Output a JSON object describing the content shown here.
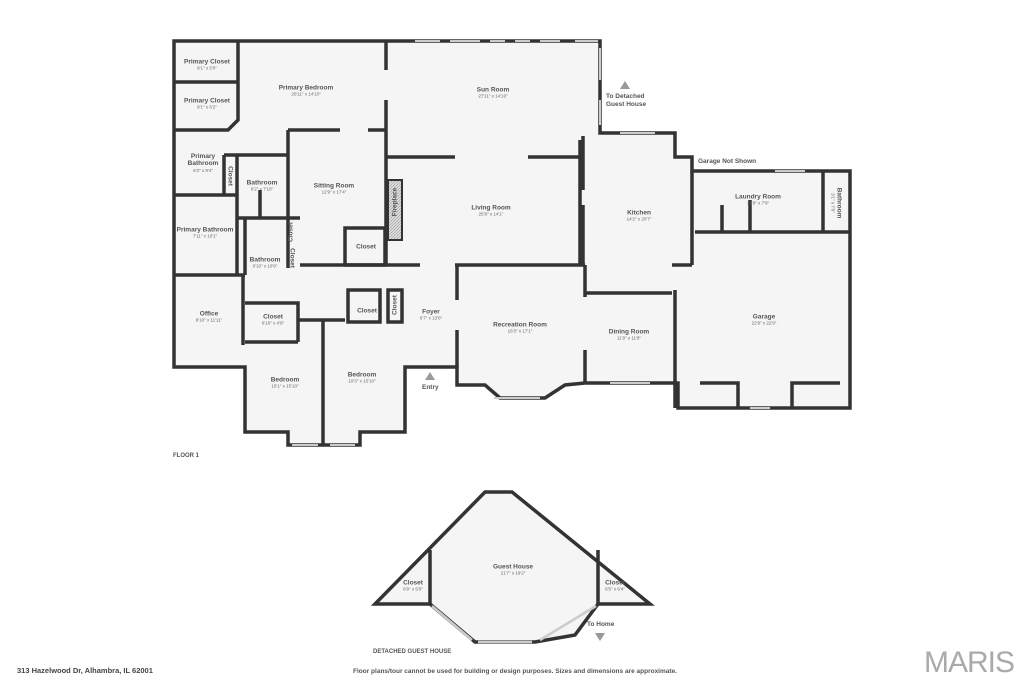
{
  "floor1": {
    "label": "FLOOR 1",
    "rooms": [
      {
        "name": "Primary Closet",
        "dims": "8'1\" x 5'0\""
      },
      {
        "name": "Primary Closet",
        "dims": "8'1\" x 6'2\""
      },
      {
        "name": "Primary Bedroom",
        "dims": "20'11\" x 14'10\""
      },
      {
        "name": "Primary Bathroom",
        "dims": "6'3\" x 8'4\""
      },
      {
        "name": "Closet",
        "dims": ""
      },
      {
        "name": "Bathroom",
        "dims": "6'2\" x 7'10\""
      },
      {
        "name": "Sitting Room",
        "dims": "12'9\" x 17'4\""
      },
      {
        "name": "Primary Bathroom",
        "dims": "7'11\" x 10'1\""
      },
      {
        "name": "Closet",
        "dims": ""
      },
      {
        "name": "Closet",
        "dims": ""
      },
      {
        "name": "Bathroom",
        "dims": "6'10\" x 10'9\""
      },
      {
        "name": "Closet",
        "dims": ""
      },
      {
        "name": "Fireplace",
        "dims": ""
      },
      {
        "name": "Sun Room",
        "dims": "27'11\" x 14'10\""
      },
      {
        "name": "Living Room",
        "dims": "25'8\" x 14'1\""
      },
      {
        "name": "Kitchen",
        "dims": "14'2\" x 20'7\""
      },
      {
        "name": "Laundry Room",
        "dims": "16'9\" x 7'9\""
      },
      {
        "name": "Bathroom",
        "dims": "3'1\" x 7'9\""
      },
      {
        "name": "Garage",
        "dims": "22'9\" x 22'9\""
      },
      {
        "name": "Office",
        "dims": "8'10\" x 11'11\""
      },
      {
        "name": "Closet",
        "dims": "6'10\" x 4'9\""
      },
      {
        "name": "Closet",
        "dims": ""
      },
      {
        "name": "Closet",
        "dims": ""
      },
      {
        "name": "Foyer",
        "dims": "6'7\" x 13'0\""
      },
      {
        "name": "Recreation Room",
        "dims": "16'3\" x 17'1\""
      },
      {
        "name": "Dining Room",
        "dims": "11'9\" x 11'8\""
      },
      {
        "name": "Bedroom",
        "dims": "10'1\" x 15'10\""
      },
      {
        "name": "Bedroom",
        "dims": "10'3\" x 15'10\""
      }
    ],
    "notes": {
      "to_guest": "To Detached Guest House",
      "garage_not_shown": "Garage Not Shown",
      "entry": "Entry"
    }
  },
  "guest_house": {
    "label": "DETACHED GUEST HOUSE",
    "rooms": [
      {
        "name": "Guest House",
        "dims": "21'7\" x 19'2\""
      },
      {
        "name": "Closet",
        "dims": "6'9\" x 5'0\""
      },
      {
        "name": "Closet",
        "dims": "6'5\" x 6'4\""
      }
    ],
    "to_home": "To Home"
  },
  "footer": {
    "address": "313 Hazelwood Dr, Alhambra, IL 62001",
    "disclaimer": "Floor plans/tour cannot be used for building or design purposes. Sizes and dimensions are approximate.",
    "logo": "MARIS"
  },
  "colors": {
    "wall": "#333333",
    "floor": "#f5f5f5",
    "window": "#cccccc"
  }
}
